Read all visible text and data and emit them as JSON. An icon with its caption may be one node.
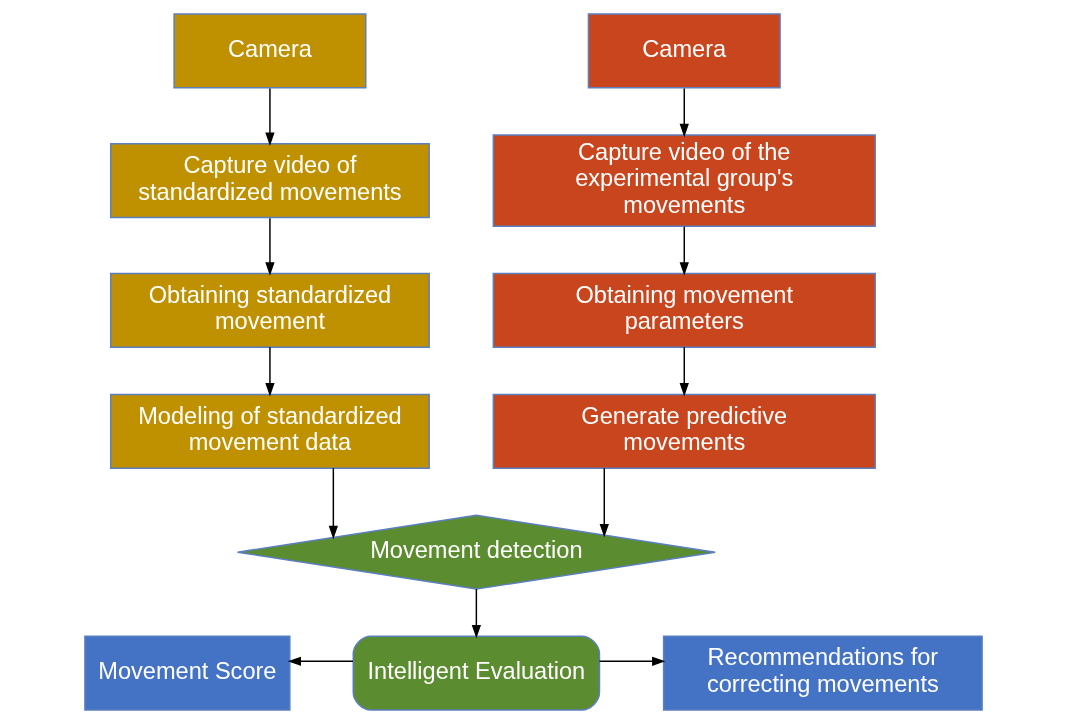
{
  "diagram": {
    "nodes": [
      {
        "text": [
          "Camera"
        ]
      },
      {
        "text": [
          "Capture video of standardized movements"
        ]
      },
      {
        "text": [
          "Obtaining standardized movement"
        ]
      },
      {
        "text": [
          "Modeling of standardized movement data"
        ]
      },
      {
        "text": [
          "Camera"
        ]
      },
      {
        "text": [
          "Capture video of the experimental group's movements"
        ]
      },
      {
        "text": [
          "Obtaining movement parameters"
        ]
      },
      {
        "text": [
          "Generate predictive movements"
        ]
      },
      {
        "text": [
          "Movement detection"
        ]
      },
      {
        "text": [
          "Intelligent Evaluation"
        ]
      },
      {
        "text": [
          "Movement Score"
        ]
      },
      {
        "text": [
          "Recommendations for correcting movements"
        ]
      }
    ],
    "edges": [
      {
        "from": 0,
        "to": 1,
        "arrow": "to"
      },
      {
        "from": 1,
        "to": 2,
        "arrow": "to"
      },
      {
        "from": 2,
        "to": 3,
        "arrow": "to"
      },
      {
        "from": 4,
        "to": 5,
        "arrow": "to"
      },
      {
        "from": 5,
        "to": 6,
        "arrow": "to"
      },
      {
        "from": 6,
        "to": 7,
        "arrow": "to"
      },
      {
        "from": 3,
        "to": 8,
        "arrow": "to"
      },
      {
        "from": 7,
        "to": 8,
        "arrow": "to"
      },
      {
        "from": 8,
        "to": 9,
        "arrow": "to"
      },
      {
        "from": 9,
        "to": 10,
        "arrow": "to"
      },
      {
        "from": 9,
        "to": 11,
        "arrow": "to"
      }
    ]
  }
}
